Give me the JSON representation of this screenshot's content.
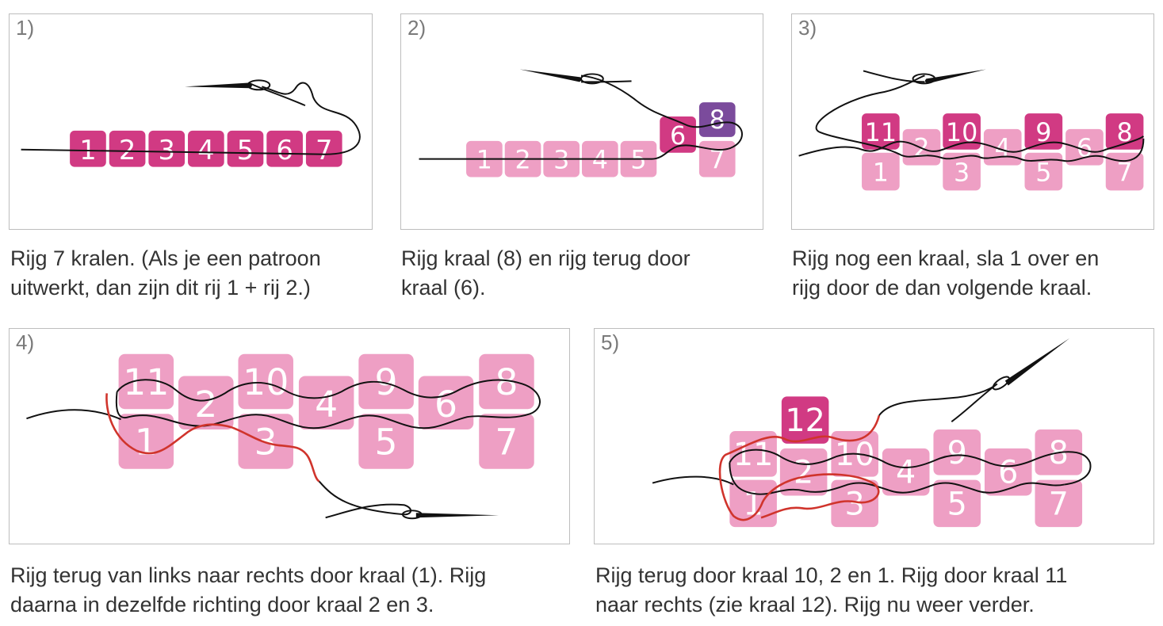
{
  "colors": {
    "bead_dark": "#d13a83",
    "bead_light": "#ee9fc4",
    "bead_purple": "#7b4b9c",
    "thread": "#111111",
    "thread_red": "#d0342c"
  },
  "steps": [
    {
      "label": "1)",
      "caption": [
        "Rijg 7 kralen. (Als je een patroon",
        "uitwerkt, dan zijn dit rij 1 + rij 2.)"
      ],
      "beads": [
        "1",
        "2",
        "3",
        "4",
        "5",
        "6",
        "7"
      ]
    },
    {
      "label": "2)",
      "caption": [
        "Rijg kraal (8) en rijg terug door",
        "kraal (6)."
      ],
      "beads": [
        "1",
        "2",
        "3",
        "4",
        "5",
        "6",
        "7",
        "8"
      ]
    },
    {
      "label": "3)",
      "caption": [
        "Rijg nog een kraal, sla 1 over en",
        "rijg door de dan volgende kraal."
      ],
      "beads": [
        "11",
        "2",
        "10",
        "4",
        "9",
        "6",
        "8",
        "1",
        "3",
        "5",
        "7"
      ]
    },
    {
      "label": "4)",
      "caption": [
        "Rijg terug van links naar rechts door kraal (1). Rijg",
        "daarna in dezelfde richting door kraal 2 en 3."
      ],
      "beads": [
        "11",
        "2",
        "10",
        "4",
        "9",
        "6",
        "8",
        "1",
        "3",
        "5",
        "7"
      ]
    },
    {
      "label": "5)",
      "caption": [
        "Rijg terug door kraal 10, 2 en 1. Rijg door kraal 11",
        "naar rechts (zie kraal 12). Rijg nu weer verder."
      ],
      "beads": [
        "12",
        "11",
        "2",
        "10",
        "4",
        "9",
        "6",
        "8",
        "1",
        "3",
        "5",
        "7"
      ]
    }
  ]
}
